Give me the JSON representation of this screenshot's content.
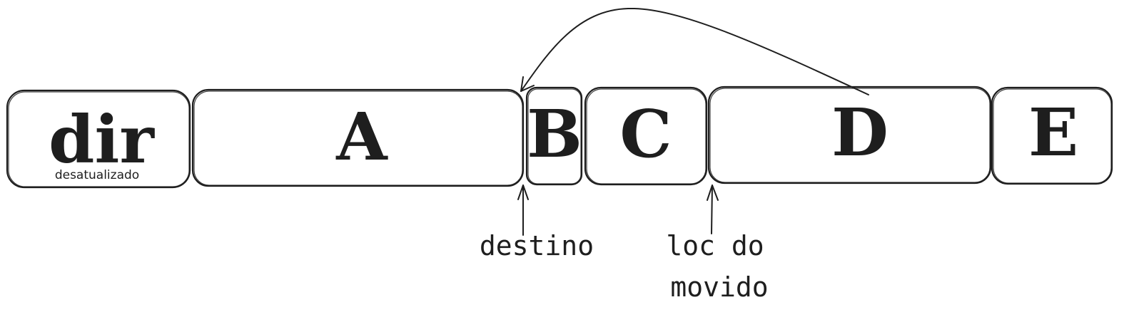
{
  "blocks": [
    {
      "id": "dir",
      "label": "dir",
      "note": "desatualizado"
    },
    {
      "id": "a",
      "label": "A"
    },
    {
      "id": "b",
      "label": "B"
    },
    {
      "id": "c",
      "label": "C"
    },
    {
      "id": "d",
      "label": "D"
    },
    {
      "id": "e",
      "label": "E"
    }
  ],
  "annotations": {
    "destino": "destino",
    "moved_line1": "loc do",
    "moved_line2": "movido"
  },
  "colors": {
    "stroke": "#1e1e1e",
    "fill": "#ffffff"
  }
}
